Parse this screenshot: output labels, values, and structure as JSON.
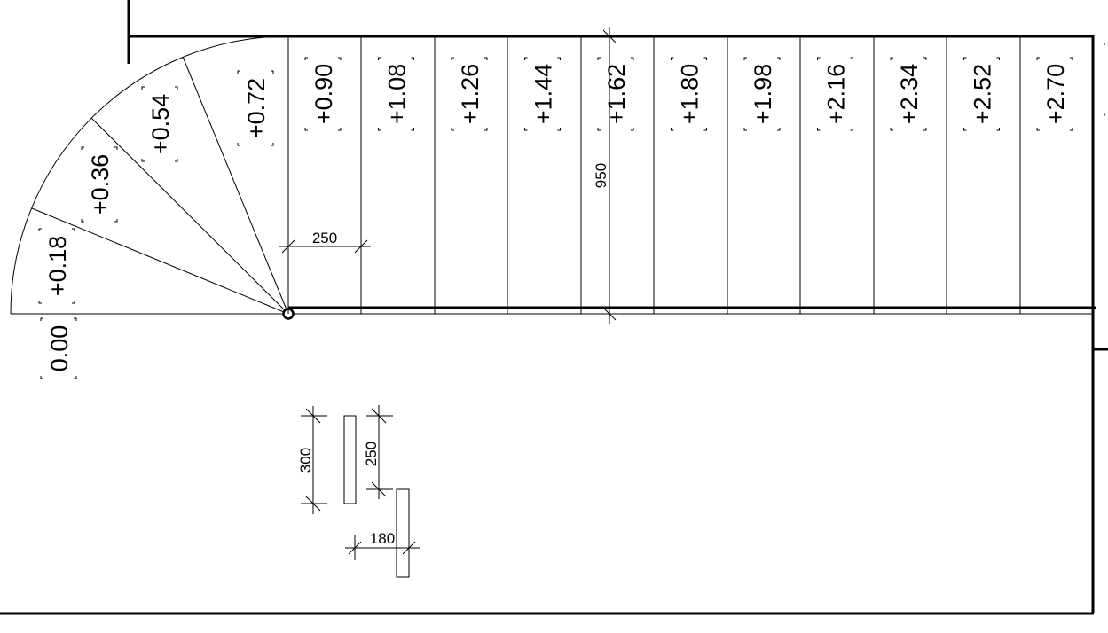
{
  "drawing": {
    "winder_labels": [
      "0.00",
      "+0.18",
      "+0.36",
      "+0.54",
      "+0.72"
    ],
    "tread_labels": [
      "+0.90",
      "+1.08",
      "+1.26",
      "+1.44",
      "+1.62",
      "+1.80",
      "+1.98",
      "+2.16",
      "+2.34",
      "+2.52",
      "+2.70"
    ],
    "dimensions": {
      "tread_depth": "250",
      "stair_width": "950",
      "riser_height_a": "300",
      "riser_height_b": "250",
      "riser_depth": "180"
    },
    "line_color": "#000000"
  }
}
